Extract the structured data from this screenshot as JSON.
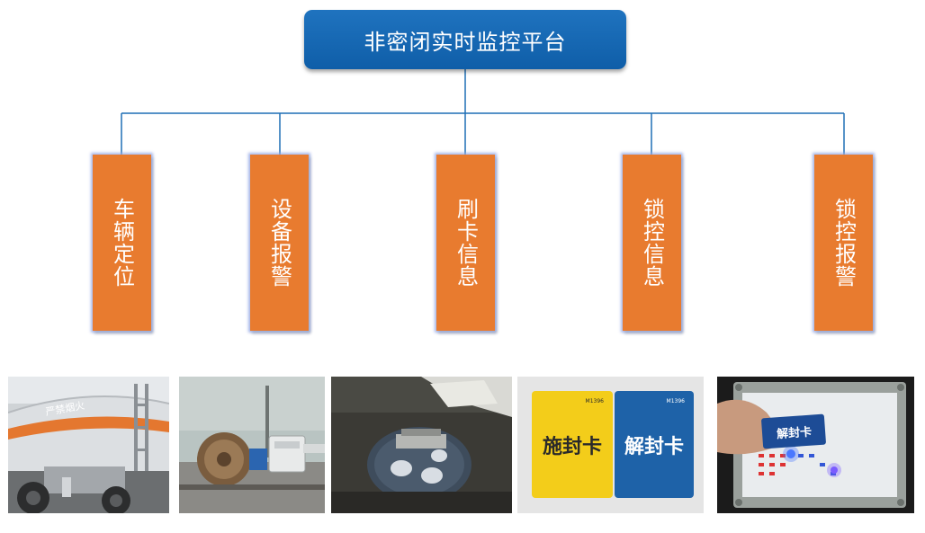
{
  "root": {
    "label": "非密闭实时监控平台"
  },
  "nodes": [
    {
      "label": "车辆定位"
    },
    {
      "label": "设备报警"
    },
    {
      "label": "刷卡信息"
    },
    {
      "label": "锁控信息"
    },
    {
      "label": "锁控报警"
    }
  ],
  "photos": {
    "tanker_text": "严禁烟火",
    "card_seal": "施封卡",
    "card_unseal": "解封卡",
    "card_code": "M1396",
    "hand_card": "解封卡"
  },
  "colors": {
    "root": "#1565b0",
    "node": "#e87b2f",
    "connector": "#1f6fb5",
    "card_seal": "#f3cd1a",
    "card_unseal": "#1e62a8"
  }
}
